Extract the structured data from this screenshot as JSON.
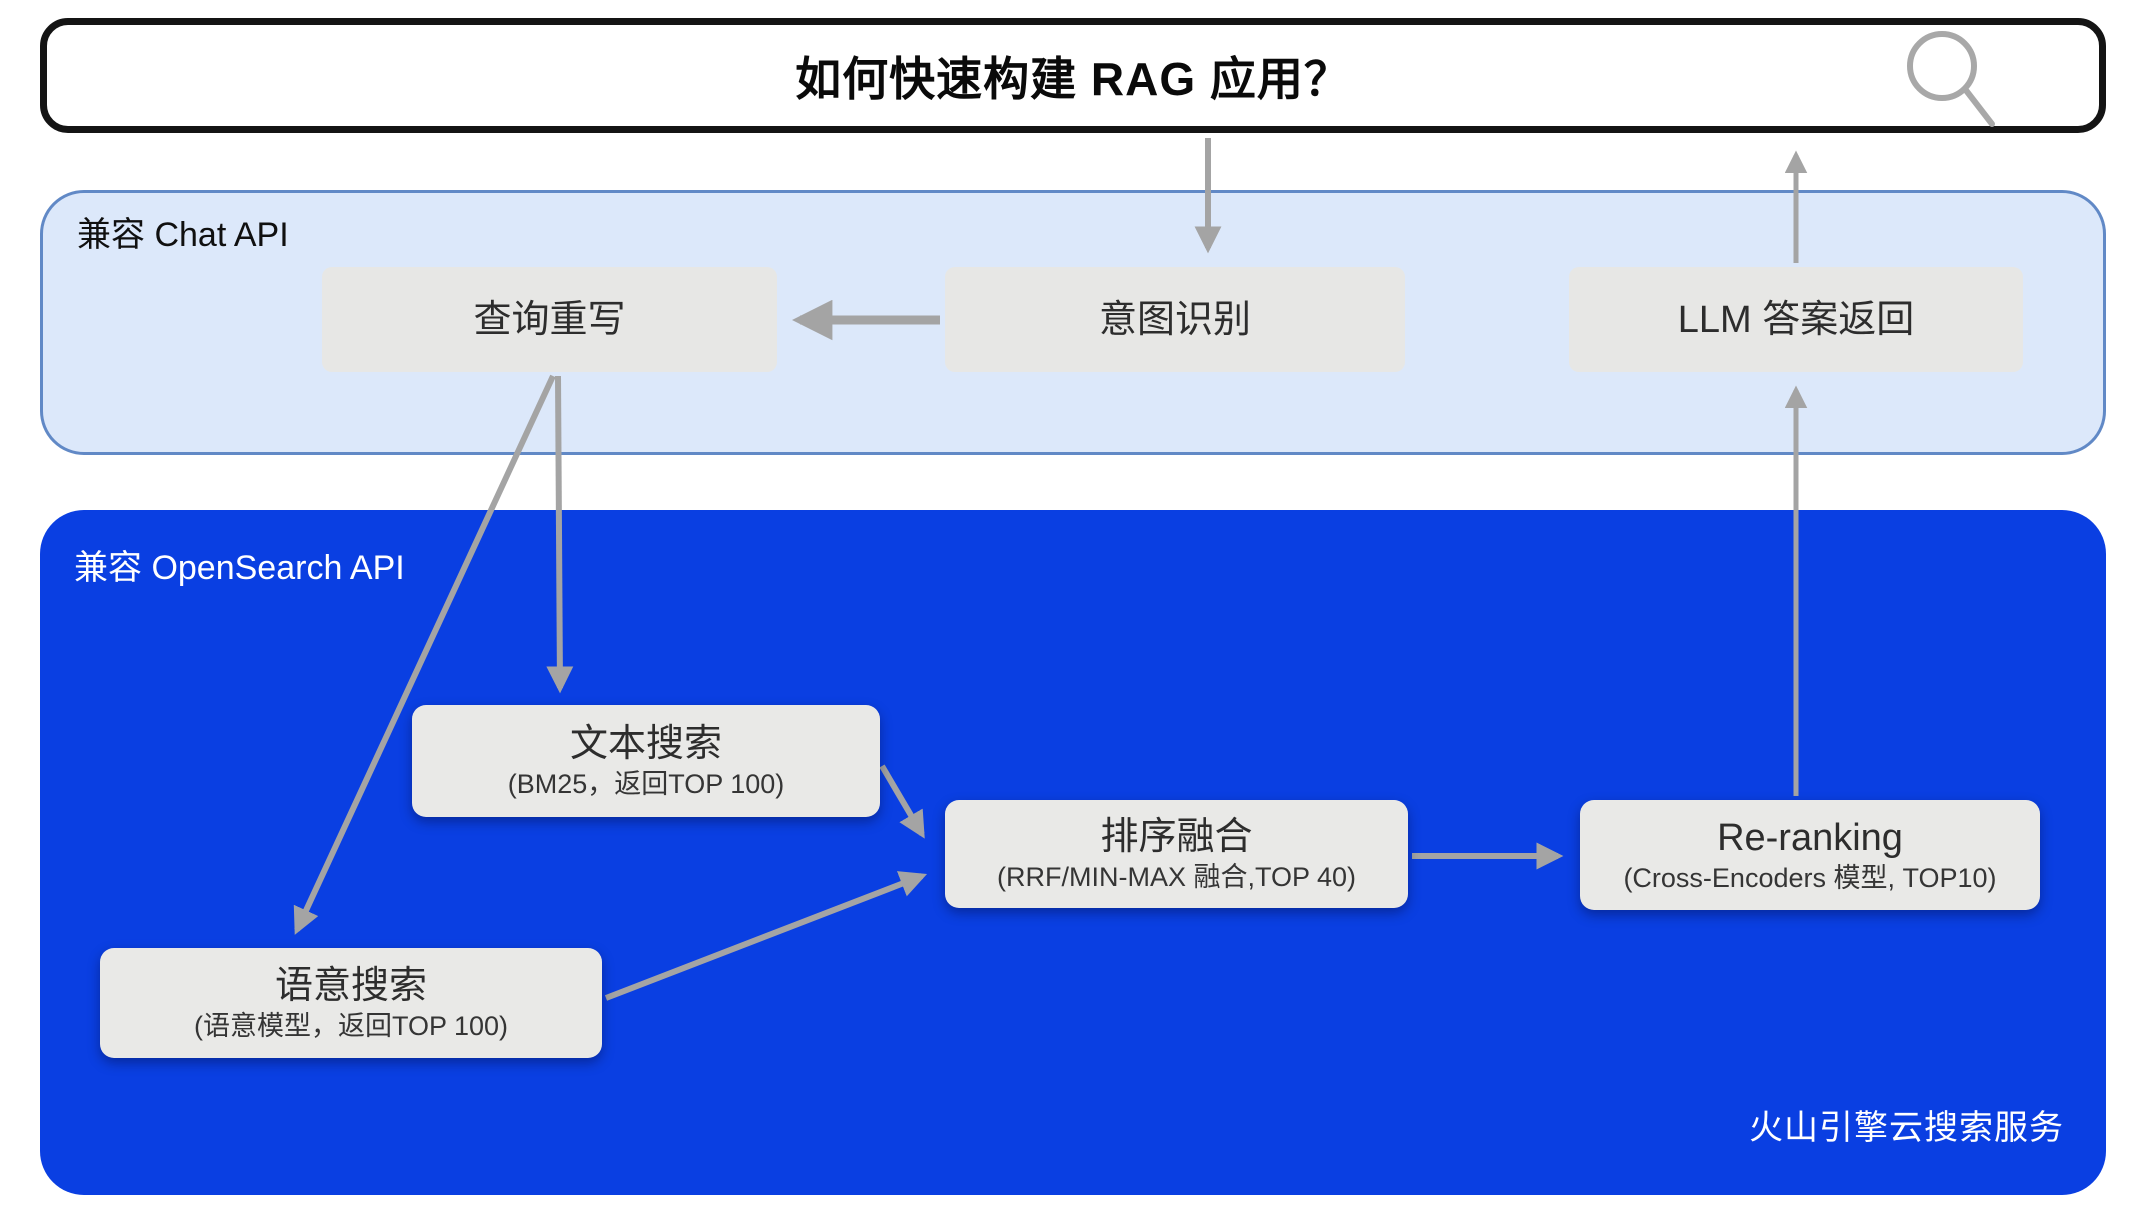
{
  "search_bar": {
    "query": "如何快速构建 RAG 应用？",
    "icon": "search-icon"
  },
  "chat_api": {
    "label": "兼容 Chat API",
    "nodes": [
      {
        "title": "查询重写"
      },
      {
        "title": "意图识别"
      },
      {
        "title": "LLM 答案返回"
      }
    ]
  },
  "opensearch_api": {
    "label": "兼容 OpenSearch API",
    "nodes": [
      {
        "title": "文本搜索",
        "subtitle": "(BM25，返回TOP 100)"
      },
      {
        "title": "排序融合",
        "subtitle": "(RRF/MIN-MAX 融合,TOP 40)"
      },
      {
        "title": "Re-ranking",
        "subtitle": "(Cross-Encoders 模型, TOP10)"
      },
      {
        "title": "语意搜索",
        "subtitle": "(语意模型，返回TOP 100)"
      }
    ],
    "watermark": "火山引擎云搜索服务"
  },
  "flow": {
    "edges": [
      "search-bar -> 意图识别",
      "意图识别 -> 查询重写",
      "查询重写 -> 文本搜索",
      "查询重写 -> 语意搜索",
      "文本搜索 -> 排序融合",
      "语意搜索 -> 排序融合",
      "排序融合 -> Re-ranking",
      "Re-ranking -> LLM 答案返回",
      "LLM 答案返回 -> search-bar"
    ]
  },
  "colors": {
    "opensearch_blue": "#0a3fe2",
    "chat_fill": "#dce8fa",
    "chat_border": "#6189c6",
    "node_fill": "#e7e7e5",
    "arrow_gray": "#a4a4a4",
    "search_border": "#141414",
    "search_icon_gray": "#a8a8a8"
  }
}
